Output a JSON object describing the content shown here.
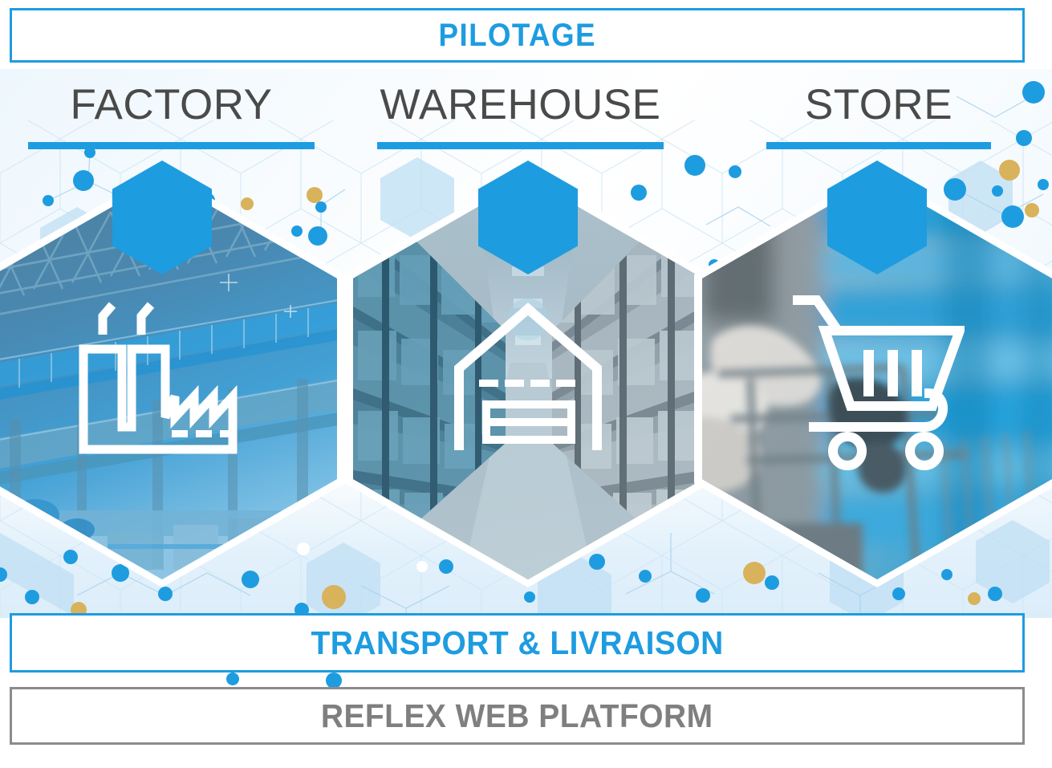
{
  "header": {
    "pilotage_label": "PILOTAGE"
  },
  "columns": [
    {
      "id": "factory",
      "label": "FACTORY",
      "icon": "factory-icon",
      "badge": "hexagon-badge"
    },
    {
      "id": "warehouse",
      "label": "WAREHOUSE",
      "icon": "warehouse-icon",
      "badge": "hexagon-badge"
    },
    {
      "id": "store",
      "label": "STORE",
      "icon": "shopping-cart-icon",
      "badge": "hexagon-badge"
    }
  ],
  "footer": {
    "transport_label": "TRANSPORT & LIVRAISON",
    "platform_label": "REFLEX WEB PLATFORM"
  },
  "colors": {
    "accent_blue": "#1e9ce0",
    "header_text_gray": "#4a4a4a",
    "platform_gray": "#7f7f7f",
    "hex_pattern_light": "#b8dcf0",
    "gold_dot": "#d9b25c",
    "white": "#ffffff"
  }
}
